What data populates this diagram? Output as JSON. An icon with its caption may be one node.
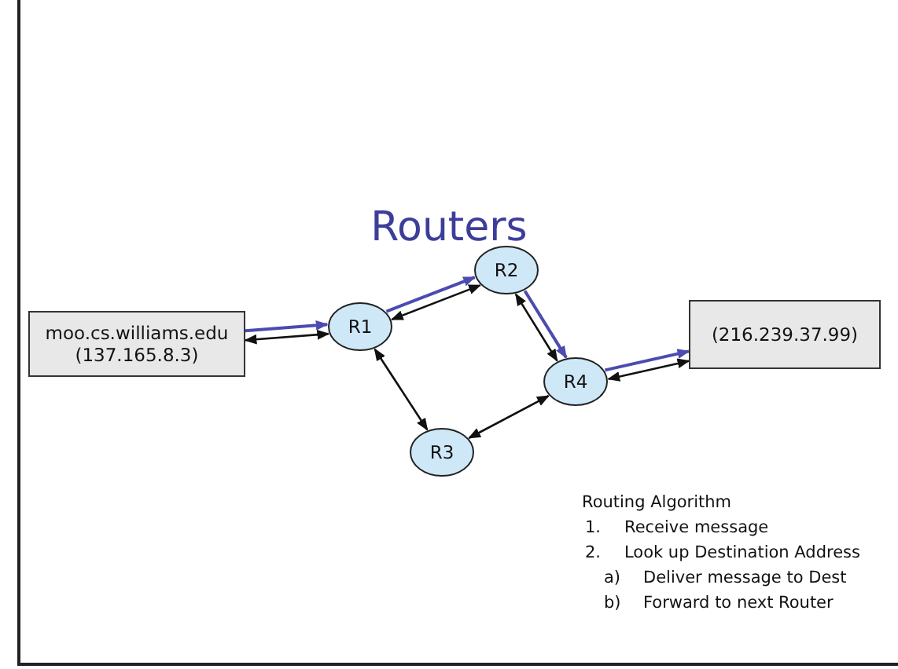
{
  "diagram": {
    "title": "Routers",
    "nodes": [
      {
        "text": [
          "moo.cs.williams.edu (137.165.8.3)"
        ]
      },
      {
        "text": [
          "R1"
        ]
      },
      {
        "text": [
          "R2"
        ]
      },
      {
        "text": [
          "R4"
        ]
      },
      {
        "text": [
          "(216.239.37.99)"
        ]
      },
      {
        "text": [
          "R3"
        ]
      }
    ],
    "edges": [
      {
        "from": 0,
        "to": 1,
        "arrow": "both"
      },
      {
        "from": 0,
        "to": 1,
        "arrow": "to",
        "color": "#4b4bb0"
      },
      {
        "from": 1,
        "to": 2,
        "arrow": "both"
      },
      {
        "from": 1,
        "to": 2,
        "arrow": "to",
        "color": "#4b4bb0"
      },
      {
        "from": 2,
        "to": 3,
        "arrow": "both"
      },
      {
        "from": 2,
        "to": 3,
        "arrow": "to",
        "color": "#4b4bb0"
      },
      {
        "from": 3,
        "to": 4,
        "arrow": "both"
      },
      {
        "from": 3,
        "to": 4,
        "arrow": "to",
        "color": "#4b4bb0"
      },
      {
        "from": 1,
        "to": 5,
        "arrow": "both"
      },
      {
        "from": 5,
        "to": 3,
        "arrow": "both"
      }
    ],
    "labels": [
      "Routing Algorithm",
      "1.",
      "Receive message",
      "2.",
      "Look up Destination Address",
      "a)",
      "Deliver message to Dest",
      "b)",
      "Forward to next Router"
    ]
  }
}
